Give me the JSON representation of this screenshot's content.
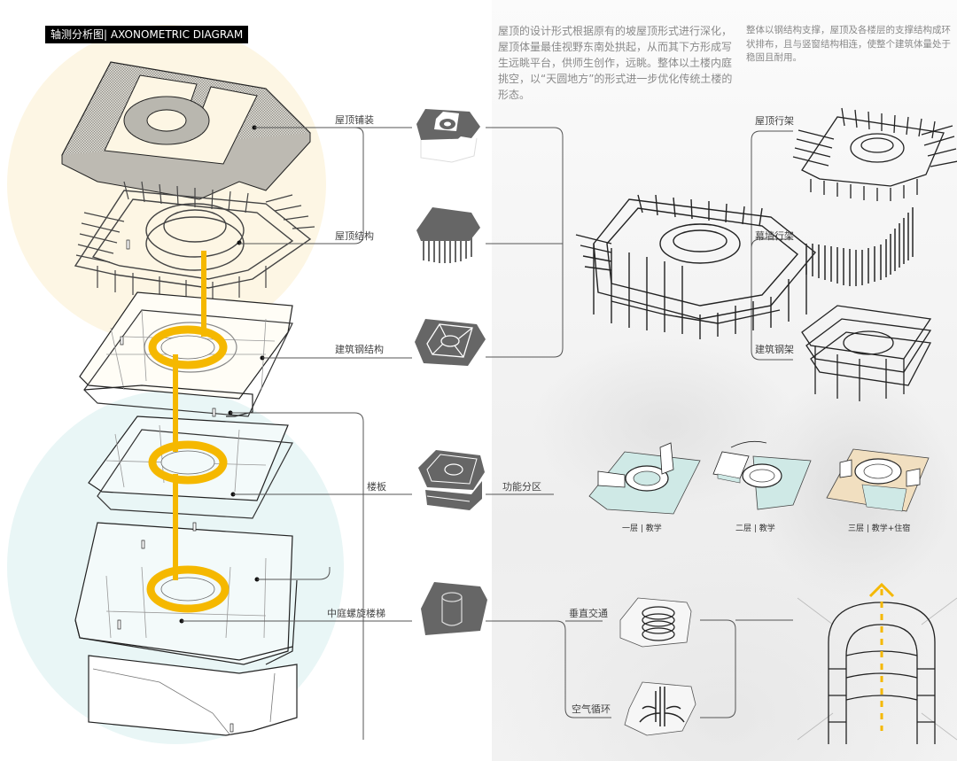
{
  "title": {
    "zh": "轴测分析图",
    "separator": "|",
    "en": "AXONOMETRIC DIAGRAM"
  },
  "descriptions": {
    "roof_design": "屋顶的设计形式根据原有的坡屋顶形式进行深化，屋顶体量最佳视野东南处拱起，从而其下方形成写生远眺平台，供师生创作，远眺。整体以土楼内庭挑空，以“天圆地方”的形式进一步优化传统土楼的形态。",
    "structure": "整体以钢结构支撑，屋顶及各楼层的支撑结构成环状排布，且与竖窗结构相连，使整个建筑体量处于稳固且耐用。"
  },
  "components": [
    {
      "id": "roof-paving",
      "label": "屋顶铺装",
      "icon": "roof-paving-icon"
    },
    {
      "id": "roof-structure",
      "label": "屋顶结构",
      "icon": "roof-structure-icon"
    },
    {
      "id": "steel-structure",
      "label": "建筑钢结构",
      "icon": "steel-structure-icon"
    },
    {
      "id": "floor-slab",
      "label": "楼板",
      "icon": "floor-slab-icon"
    },
    {
      "id": "spiral-stair",
      "label": "中庭螺旋楼梯",
      "icon": "spiral-stair-icon"
    }
  ],
  "structure_breakdown": [
    {
      "label": "屋顶行架"
    },
    {
      "label": "幕墙行架"
    },
    {
      "label": "建筑钢架"
    }
  ],
  "function_zoning": {
    "label": "功能分区",
    "floors": [
      {
        "label": "一层 | 教学"
      },
      {
        "label": "二层 | 教学"
      },
      {
        "label": "三层 | 教学+住宿"
      }
    ]
  },
  "stair_analysis": [
    {
      "label": "垂直交通"
    },
    {
      "label": "空气循环"
    }
  ],
  "colors": {
    "accent_yellow": "#f5b800",
    "top_circle": "#fdf6e4",
    "bottom_circle": "#e9f6f6",
    "icon_gray": "#666666",
    "floor_teal": "#cfe9e6",
    "floor_beige": "#f1dfc0",
    "text_gray": "#8a8a8a"
  }
}
